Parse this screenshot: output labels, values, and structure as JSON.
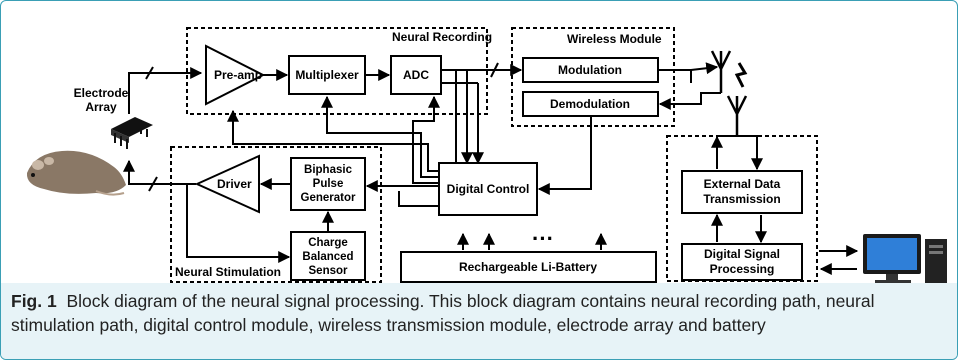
{
  "diagram": {
    "groups": {
      "neural_recording": "Neural Recording",
      "wireless_module": "Wireless Module",
      "neural_stimulation": "Neural Stimulation"
    },
    "blocks": {
      "preamp": "Pre-amp",
      "multiplexer": "Multiplexer",
      "adc": "ADC",
      "modulation": "Modulation",
      "demodulation": "Demodulation",
      "driver": "Driver",
      "biphasic": [
        "Biphasic",
        "Pulse",
        "Generator"
      ],
      "charge": [
        "Charge",
        "Balanced",
        "Sensor"
      ],
      "digital_control": "Digital Control",
      "battery": "Rechargeable Li-Battery",
      "ellipsis": "···",
      "external": [
        "External Data",
        "Transmission"
      ],
      "dsp": [
        "Digital Signal",
        "Processing"
      ]
    },
    "electrode_label": [
      "Electrode",
      "Array"
    ]
  },
  "caption": {
    "label": "Fig. 1",
    "text": "Block diagram of the neural signal processing. This block diagram contains neural recording path, neural stimulation path, digital control module, wireless transmission module, electrode array and battery"
  }
}
